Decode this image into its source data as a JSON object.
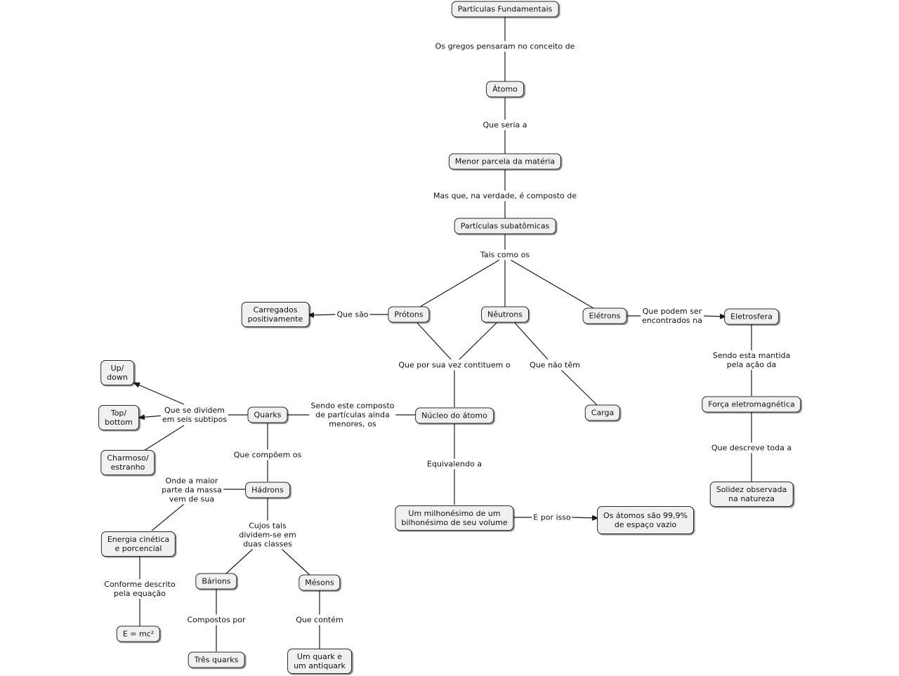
{
  "concepts": {
    "particulas_fundamentais": "Partículas Fundamentais",
    "atomo": "Átomo",
    "menor_parcela": "Menor parcela da matéria",
    "subatomicas": "Partículas subatômicas",
    "protons": "Prótons",
    "neutrons": "Nêutrons",
    "eletrons": "Elétrons",
    "carregados": "Carregados\npositivamente",
    "eletrosfera": "Eletrosfera",
    "forca": "Força eletromagnética",
    "solidez": "Solidez observada\nna natureza",
    "nucleo": "Núcleo do átomo",
    "carga": "Carga",
    "quarks": "Quarks",
    "up_down": "Up/\ndown",
    "top_bottom": "Top/\nbottom",
    "charmoso": "Charmoso/\nestranho",
    "hadrons": "Hádrons",
    "energia": "Energia cinética\ne porcencial",
    "emc2": "E = mc²",
    "barions": "Bárions",
    "mesons": "Mésons",
    "tres_quarks": "Três quarks",
    "quark_antiquark": "Um quark e\num antiquark",
    "milhonesimo": "Um milhonésimo de um\nbilhonésimo de seu volume",
    "espaco_vazio": "Os átomos são 99,9%\nde espaço vazio"
  },
  "links": {
    "gregos": "Os gregos pensaram no conceito de",
    "seria": "Que seria a",
    "mas_que": "Mas que, na verdade, é composto de",
    "tais_como": "Tais como os",
    "que_sao": "Que são",
    "podem_ser": "Que podem ser\nencontrados na",
    "mantida": "Sendo esta mantida\npela ação da",
    "descreve": "Que descreve toda a",
    "contituem": "Que por sua vez contituem o",
    "nao_tem": "Que não têm",
    "composto": "Sendo este composto\nde partículas ainda\nmenores, os",
    "equivalendo": "Equivalendo a",
    "por_isso": "E por isso",
    "dividem": "Que se dividem\nem seis subtipos",
    "compoem": "Que compõem os",
    "maior_parte": "Onde a maior\nparte da massa\nvem de sua",
    "duas_classes": "Cujos tais\ndividem-se em\nduas classes",
    "conforme": "Conforme descrito\npela equação",
    "compostos_por": "Compostos por",
    "contem": "Que contém"
  },
  "colors": {
    "node_fill": "#eef0f2",
    "node_border": "#2a2a2a",
    "line": "#1a1a1a"
  }
}
